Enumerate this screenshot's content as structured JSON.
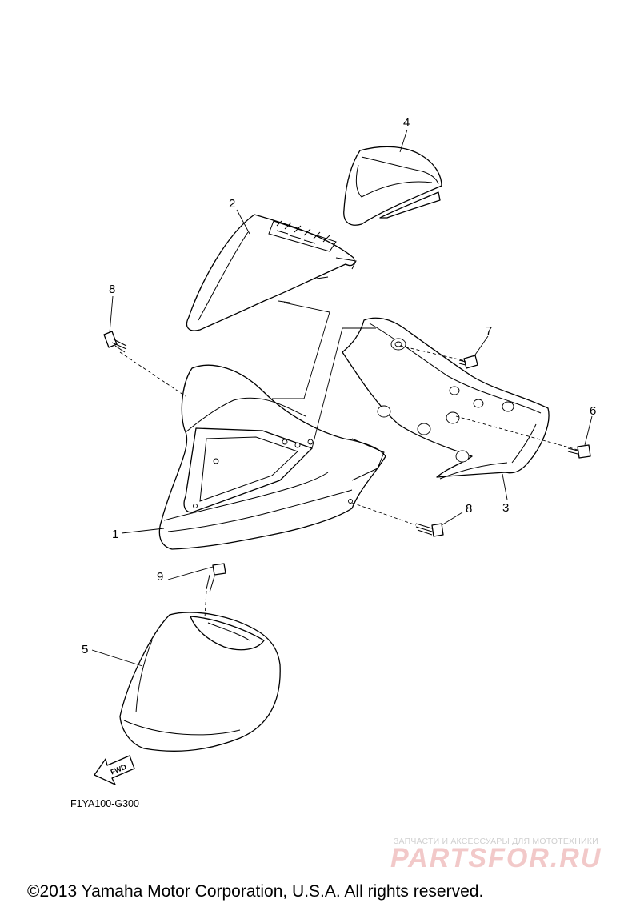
{
  "diagram": {
    "code": "F1YA100-G300",
    "fwd_label": "FWD",
    "callouts": [
      {
        "id": "1",
        "part": "front-cowl"
      },
      {
        "id": "2",
        "part": "upper-cover"
      },
      {
        "id": "3",
        "part": "inner-panel"
      },
      {
        "id": "4",
        "part": "visor"
      },
      {
        "id": "5",
        "part": "front-fender"
      },
      {
        "id": "6",
        "part": "screw"
      },
      {
        "id": "7",
        "part": "screw"
      },
      {
        "id": "8",
        "part": "screw"
      },
      {
        "id": "9",
        "part": "screw"
      }
    ],
    "labels": {
      "c1": "1",
      "c2": "2",
      "c3": "3",
      "c4": "4",
      "c5": "5",
      "c6": "6",
      "c7": "7",
      "c8a": "8",
      "c8b": "8",
      "c9": "9"
    }
  },
  "watermark": {
    "caption": "ЗАПЧАСТИ И АКСЕССУАРЫ ДЛЯ МОТОТЕХНИКИ",
    "logo": "PARTSFOR.RU"
  },
  "footer": {
    "copyright": "©2013 Yamaha Motor Corporation, U.S.A. All rights reserved."
  }
}
